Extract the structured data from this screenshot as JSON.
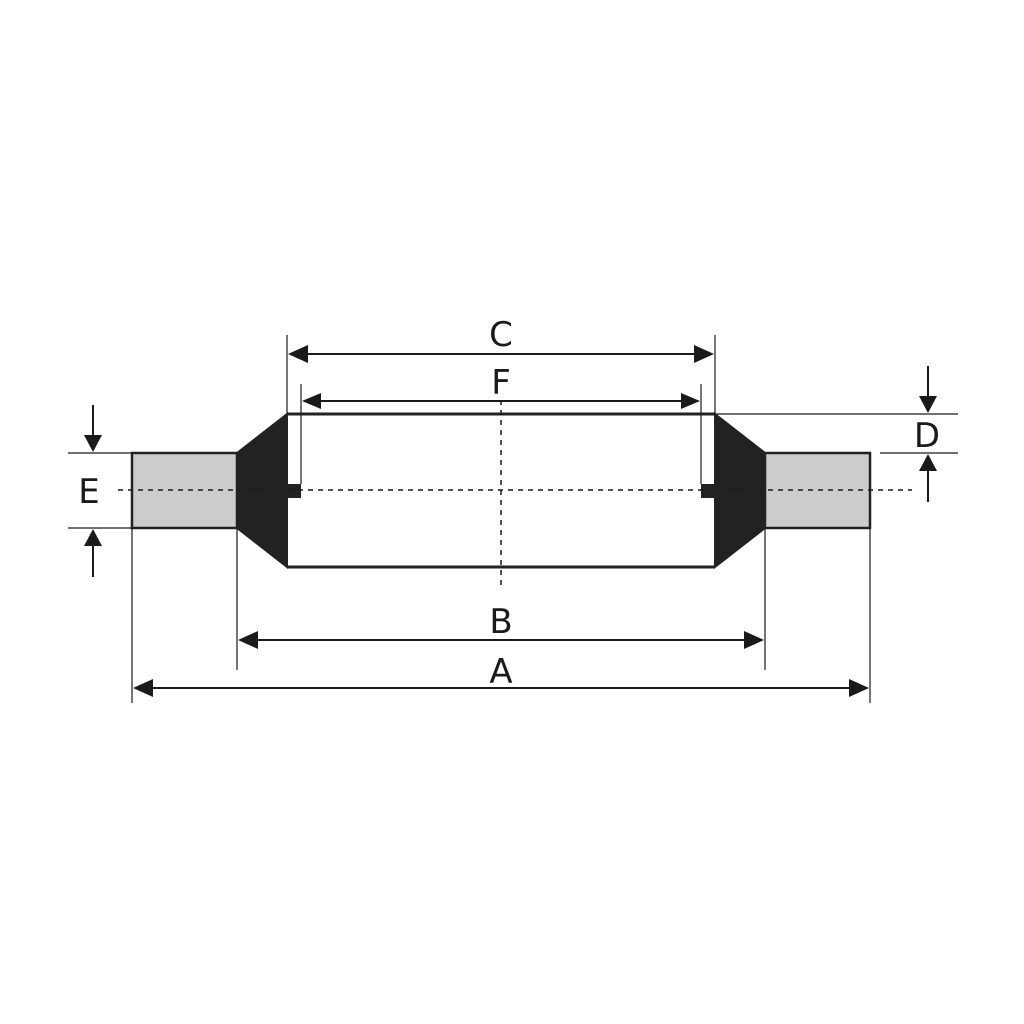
{
  "labels": {
    "a": "A",
    "b": "B",
    "c": "C",
    "d": "D",
    "e": "E",
    "f": "F"
  },
  "colors": {
    "line": "#1a1a1a",
    "seal_fill": "#222222",
    "ring_fill": "#cccccc",
    "background": "#ffffff"
  }
}
